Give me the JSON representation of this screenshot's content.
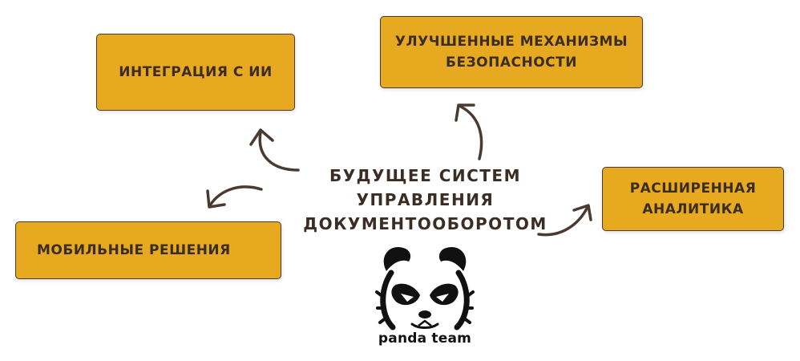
{
  "center": {
    "line1": "БУДУЩЕЕ СИСТЕМ",
    "line2": "УПРАВЛЕНИЯ",
    "line3": "ДОКУМЕНТООБОРОТОМ"
  },
  "boxes": {
    "ai": "ИНТЕГРАЦИЯ С ИИ",
    "security_line1": "УЛУЧШЕННЫЕ МЕХАНИЗМЫ",
    "security_line2": "БЕЗОПАСНОСТИ",
    "analytics_line1": "РАСШИРЕННАЯ",
    "analytics_line2": "АНАЛИТИКА",
    "mobile": "МОБИЛЬНЫЕ РЕШЕНИЯ"
  },
  "logo": {
    "text": "panda team",
    "icon": "panda-head-icon"
  },
  "colors": {
    "box_fill": "#e6a920",
    "text": "#3b2c24",
    "arrow": "#4a3a30"
  }
}
